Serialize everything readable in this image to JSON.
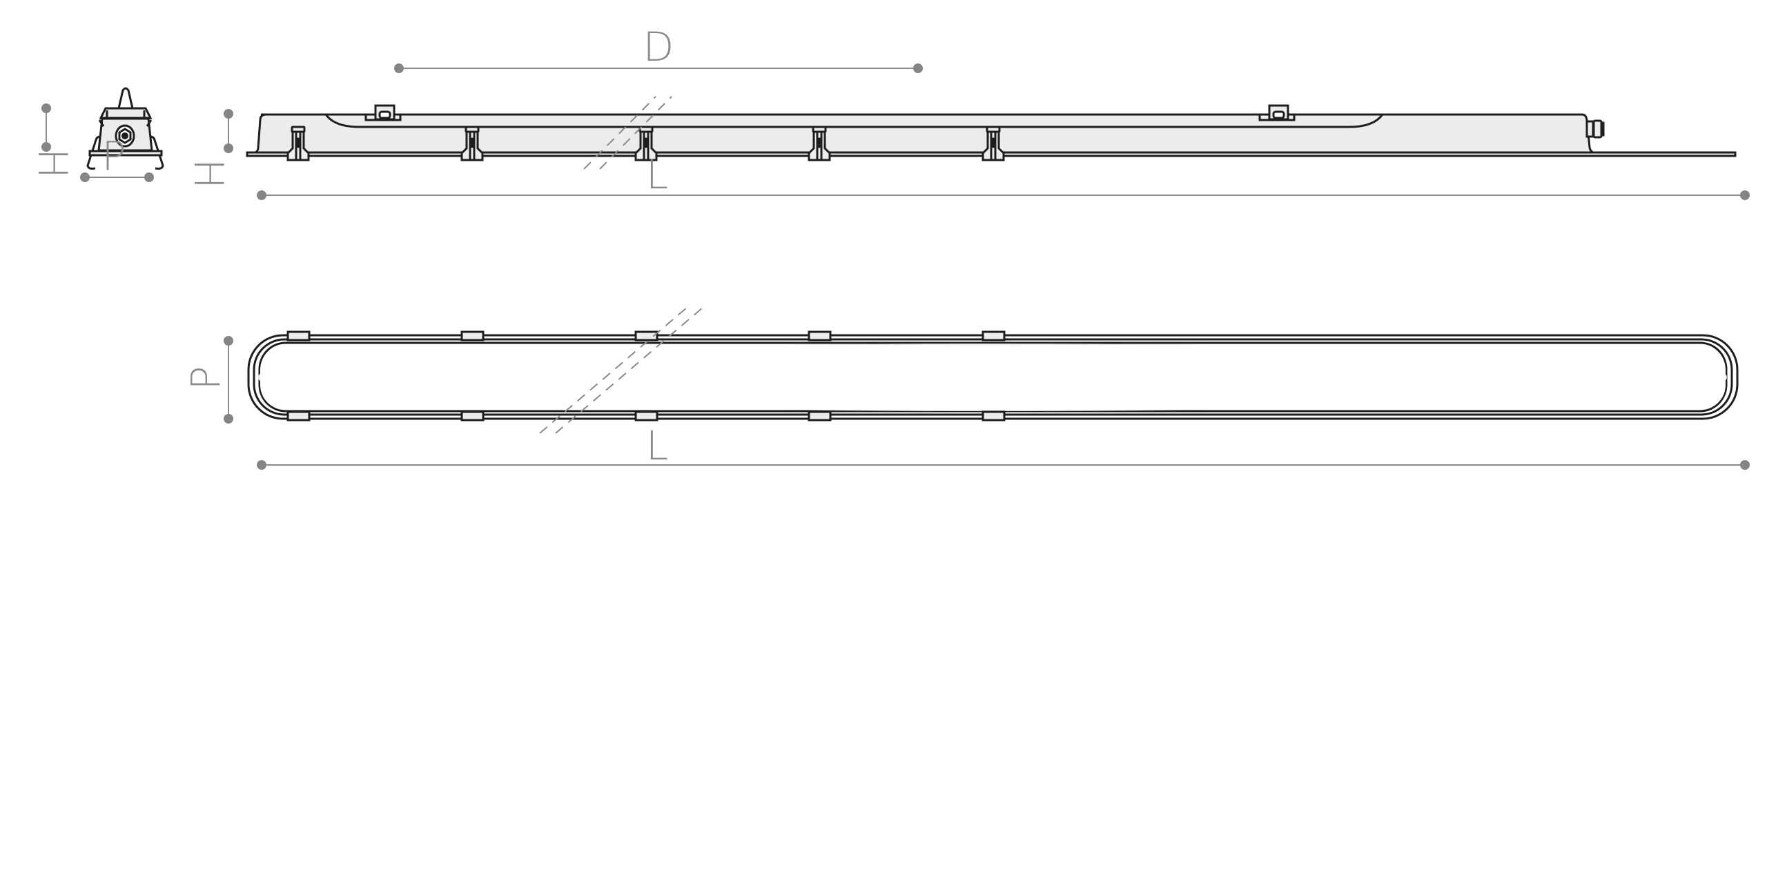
{
  "dimensions": {
    "end_view_height": "H",
    "end_view_depth": "P",
    "side_view_height": "H",
    "fixing_distance": "D",
    "side_view_length": "L",
    "top_view_depth": "P",
    "top_view_length": "L"
  },
  "colors": {
    "outline": "#1e1e1e",
    "fill": "#ececec",
    "dimension": "#8a8a8a"
  }
}
